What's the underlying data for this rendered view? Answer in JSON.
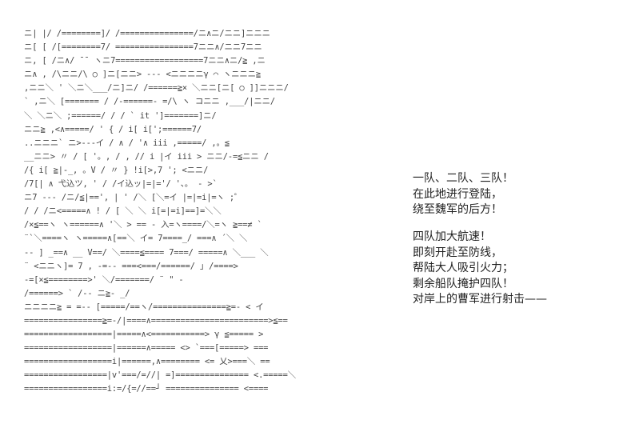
{
  "ascii_art": {
    "lines": [
      "ニ|     |/      /========]/ /===============/ニ∧ニ/ニニ]ニニニ",
      "ニ[     [     /[========7/ ================7ニニ∧/ニニ7ニニ",
      "ニ,    [ /ニ∧/ ¯¯ ヽニ7==================7ニニ∧ニ/≧ ,ニ",
      "ニ∧    , /\\ニニ/\\  ○  ]ニ[ニニ>    ---     <ニニニニγ ⌒  ヽニニニ≧",
      ",ニニ＼   '  ＼ニ＼___/ニ]ニ/   /======≧×   ＼ニニ[ニ[  ○  ]]ニニニ/",
      "`    ,ニ＼    [=======  /     /-======- =/\\     ヽ コニニ ,___/|ニニ/",
      "＼   ＼ニ＼  ;======/     /       /     ` it     ']=======]ニ/",
      "ニニ≧  ,<∧=====/    '   {      /      i[       i[';======7/",
      "..ニニニ`   ニ>---イ /   ∧       /      '∧      iii ,=====/    ,。≦",
      "     __ニニ>   〃 /    [ '。, /       , // i  |イ   iii >  ニニ/-=≦ニニ /",
      "          /{  i[  ≧|-_, 。V     / 〃    } !i[>,7  ';     <ニニ/",
      "         /7[| ∧   弋込ツ, ' /   /イ込ッ|=|='/    '、。   - >`",
      "ニ7 ---     /ニ/≦|==',  |    ' /＼    [＼=イ |=|=i|=ヽ   ;゜",
      "/ /    /ニ<=====∧  !  /     [      ＼  ＼ i[=|=i]==]=＼＼",
      "/×≦==ヽ      ヽ======∧ '＼   > == -    入=ヽ====/＼=ヽ  ≧==≠  `",
      "¨`＼====ヽ      ヽ=====∧[==＼        イ= 7====_/ ===∧ ´＼     ＼",
      "--   ] _==∧    __ V==/   ＼====≦==== 7===/  =====∧    ＼___  ＼",
      "         ¨  <ニニヽ]= 7     ,  -=-- ===<===/======/ ｣  /====>",
      "                  -=[×≦========>'   ＼/=======/           ¨ \" -",
      "                 /======>   ` /--      ニ≧-  _/",
      "ニニニニ≧ = =--     [=====/==ヽ/===============≧=-   <             イ",
      "================≧=-/|====∧========================>≦==",
      "==================|=====∧<===========> γ ≦===== >",
      "==================|======∧=====   <>  `===[=====>  ===",
      "==================i|======,∧========   <= 乂>===＼ ==",
      "=================|v'===/=//| =]===============  <.=====＼",
      "=================i:=/{=//==┘ ===============  <===="
    ]
  },
  "dialogue": {
    "block1": [
      "一队、二队、三队！",
      "在此地进行登陆，",
      "绕至魏军的后方！"
    ],
    "block2": [
      "四队加大航速！",
      "即刻开赴至防线，",
      "帮陆大人吸引火力；",
      "剩余船队掩护四队！",
      "对岸上的曹军进行射击——"
    ]
  }
}
